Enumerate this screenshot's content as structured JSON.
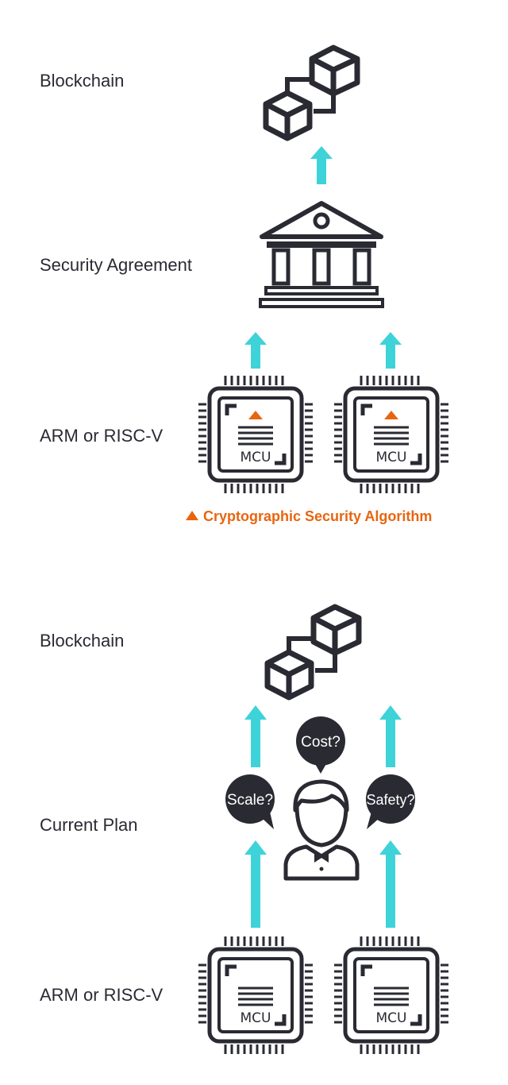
{
  "colors": {
    "icon_dark": "#2a2a33",
    "arrow": "#3ed3d8",
    "accent": "#e8650f",
    "text": "#2a2a33"
  },
  "section1": {
    "blockchain_label": "Blockchain",
    "agreement_label": "Security Agreement",
    "chip_label": "ARM or RISC-V",
    "mcu_left": "MCU",
    "mcu_right": "MCU",
    "algorithm_note": "Cryptographic Security Algorithm"
  },
  "section2": {
    "blockchain_label": "Blockchain",
    "plan_label": "Current Plan",
    "chip_label": "ARM or RISC-V",
    "bubble_scale": "Scale?",
    "bubble_cost": "Cost?",
    "bubble_safety": "Safety?",
    "mcu_left": "MCU",
    "mcu_right": "MCU"
  },
  "icons": {
    "blockchain": "blockchain-cubes-icon",
    "agreement": "bank-building-icon",
    "chip": "mcu-chip-icon",
    "person": "user-icon",
    "arrow": "arrow-up-icon"
  }
}
